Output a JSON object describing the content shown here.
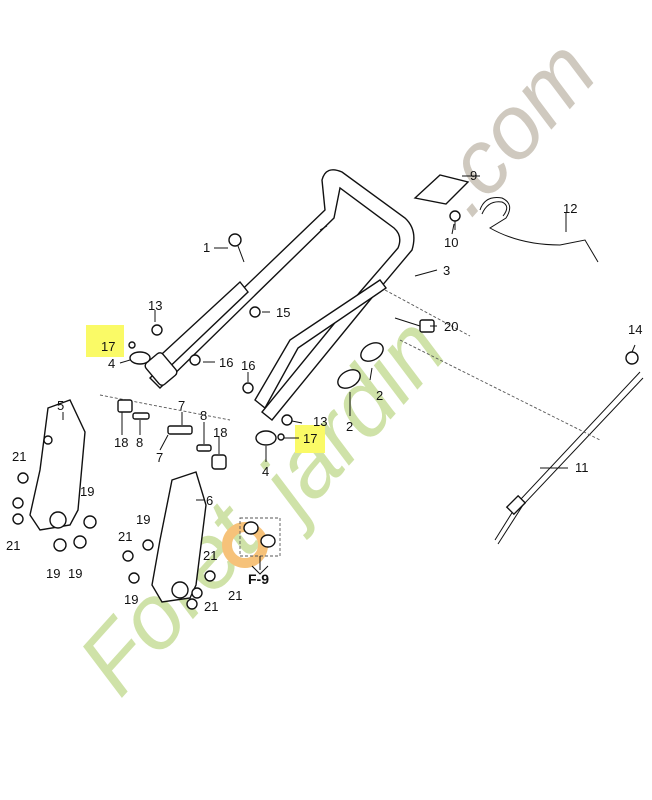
{
  "watermark": {
    "brand_green": "Forêt",
    "brand_tail": "jardin",
    "domain": ".com",
    "colors": {
      "green": "#cfe2a8",
      "orange": "#f6c27a",
      "grey": "#cfc9bf"
    }
  },
  "callouts": {
    "c1": "1",
    "c2a": "2",
    "c2b": "2",
    "c3": "3",
    "c4a": "4",
    "c4b": "4",
    "c5": "5",
    "c6": "6",
    "c7a": "7",
    "c7b": "7",
    "c8a": "8",
    "c8b": "8",
    "c9": "9",
    "c10": "10",
    "c11": "11",
    "c12": "12",
    "c13a": "13",
    "c13b": "13",
    "c14": "14",
    "c15": "15",
    "c16a": "16",
    "c16b": "16",
    "c17a": "17",
    "c17b": "17",
    "c18a": "18",
    "c18b": "18",
    "c19a": "19",
    "c19b": "19",
    "c19c": "19",
    "c19d": "19",
    "c19e": "19",
    "c20": "20",
    "c21a": "21",
    "c21b": "21",
    "c21c": "21",
    "c21d": "21",
    "c21e": "21"
  },
  "highlight_color": "#fafa66",
  "reference": "F-9"
}
